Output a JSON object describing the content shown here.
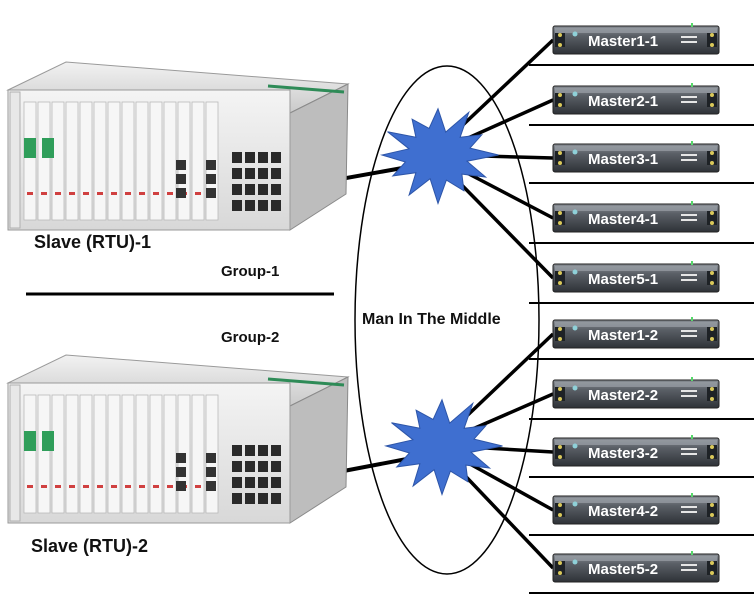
{
  "slaves": [
    {
      "label": "Slave (RTU)-1"
    },
    {
      "label": "Slave (RTU)-2"
    }
  ],
  "groups": [
    {
      "label": "Group-1"
    },
    {
      "label": "Group-2"
    }
  ],
  "mitm": {
    "label": "Man In The Middle"
  },
  "masters": [
    {
      "label": "Master1-1"
    },
    {
      "label": "Master2-1"
    },
    {
      "label": "Master3-1"
    },
    {
      "label": "Master4-1"
    },
    {
      "label": "Master5-1"
    },
    {
      "label": "Master1-2"
    },
    {
      "label": "Master2-2"
    },
    {
      "label": "Master3-2"
    },
    {
      "label": "Master4-2"
    },
    {
      "label": "Master5-2"
    }
  ],
  "colors": {
    "cloud": "#3f6fd0",
    "cloud_stroke": "#2d55a8",
    "line": "#000000",
    "rack": "#dcdcdc",
    "device": "#4a4e54"
  }
}
